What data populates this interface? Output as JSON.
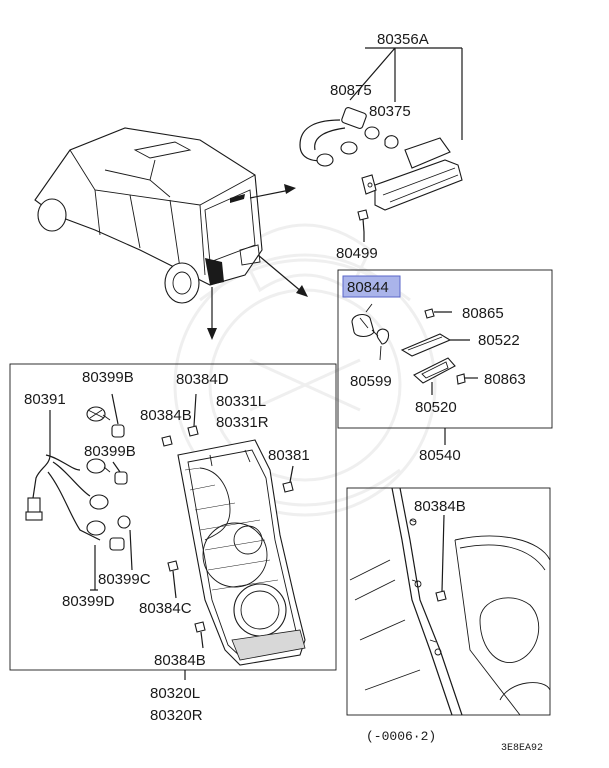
{
  "colors": {
    "ink": "#1a1a1a",
    "highlight_fill": "#aab4ea",
    "highlight_border": "#5a66c8",
    "watermark": "#e6e6e6"
  },
  "labels": {
    "high_mount_assy": "80356A",
    "harness": "80875",
    "bulb_top": "80375",
    "screw_top": "80499",
    "license_socket": "80844",
    "license_screw": "80865",
    "license_gasket": "80522",
    "license_bulb": "80599",
    "license_screw2": "80863",
    "license_lens": "80520",
    "license_assy": "80540",
    "tail_bulb_b1": "80399B",
    "tail_bulb_b2": "80399B",
    "tail_socket": "80391",
    "tail_bulb_c": "80399C",
    "tail_bulb_d": "80399D",
    "screw_d1": "80384D",
    "screw_b1": "80384B",
    "gasket_l": "80331L",
    "gasket_r": "80331R",
    "screw_381": "80381",
    "screw_c": "80384C",
    "screw_b2": "80384B",
    "lamp_l": "80320L",
    "lamp_r": "80320R",
    "detail_screw": "80384B",
    "detail_date": "(-0006·2)",
    "figure_code": "3E8EA92"
  }
}
